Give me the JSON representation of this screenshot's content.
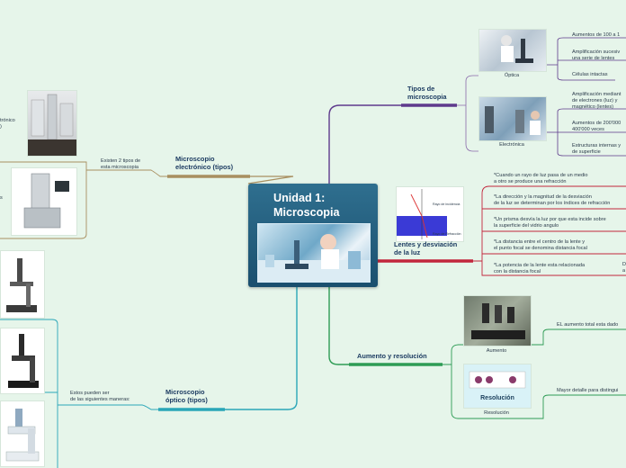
{
  "central": {
    "title": "Unidad 1:\nMicroscopia"
  },
  "branches": {
    "tipos": "Tipos de\nmicroscopia",
    "electronico": "Microscopio\nelectrónico (tipos)",
    "lentes": "Lentes y desviación\nde la luz",
    "aumento": "Aumento y resolución",
    "optico": "Microscopio\nóptico (tipos)"
  },
  "tipos": {
    "optica_caption": "Óptica",
    "electronica_caption": "Electrónica",
    "optica_items": [
      "Aumentos de 100 a 1",
      "Amplificación sucesiv\nuna serie de lentes",
      "Células intactas"
    ],
    "electronica_items": [
      "Amplificación mediant\nde electrones (luz) y\nmagnético (lentes)",
      "Aumentos de 200'000\n400'000 veces",
      "Estructuras internas y\nde superficie"
    ]
  },
  "electronico": {
    "note": "Existen 2 tipos de\nesta microscopia",
    "left_label1": "trónico\n)",
    "left_label2": "s"
  },
  "lentes": {
    "diagram_label_top": "Rayo de incidencia",
    "diagram_label_bottom": "Rayo de Refracción",
    "items": [
      "*Cuando un rayo de luz pasa de un medio\na otro se produce una refracción",
      "*La dirección y la magnitud de la desviación\nde la luz se determinan por los índices de refracción",
      "*Un prisma desvía la luz por que esta incide sobre\nla superficie del vidrio angulo",
      "*La distancia entre el centro de la lente y\nel punto focal se denomina distancia focal",
      "*La potencia de la lente esta relacionada\ncon la distancia focal"
    ],
    "cut_label": "D\na"
  },
  "aumento": {
    "aumento_caption": "Aumento",
    "resolucion_caption": "Resolución",
    "resolucion_img_text": "Resolución",
    "aumento_item": "EL aumento total esta dado",
    "resolucion_item": "Mayor detalle para distingui"
  },
  "optico": {
    "note": "Estos pueden ser\nde las siguientes maneras:"
  },
  "colors": {
    "purple": "#5e3a8c",
    "tan": "#a88f60",
    "red": "#c2263c",
    "green": "#2e9c55",
    "teal": "#2aa6b8"
  }
}
